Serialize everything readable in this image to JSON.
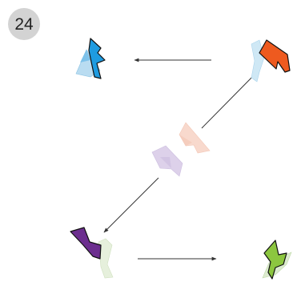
{
  "step": {
    "number": "24"
  },
  "pieces": [
    {
      "id": "origin-pink",
      "color": "#f8d9cd",
      "role": "faded"
    },
    {
      "id": "origin-lavender",
      "color": "#ddd1ea",
      "role": "faded"
    },
    {
      "id": "blue",
      "color": "#1e9be0",
      "light": "#b9dcf1"
    },
    {
      "id": "orange",
      "color": "#ee5a1f",
      "light": "#cfe8f5"
    },
    {
      "id": "purple",
      "color": "#6c2e8f",
      "light": "#e6f0dc"
    },
    {
      "id": "green",
      "color": "#8cc63f",
      "light": "#dcebcf"
    }
  ],
  "colors": {
    "arrow": "#333333",
    "badge": "#d3d3d3",
    "outline": "#111111"
  }
}
